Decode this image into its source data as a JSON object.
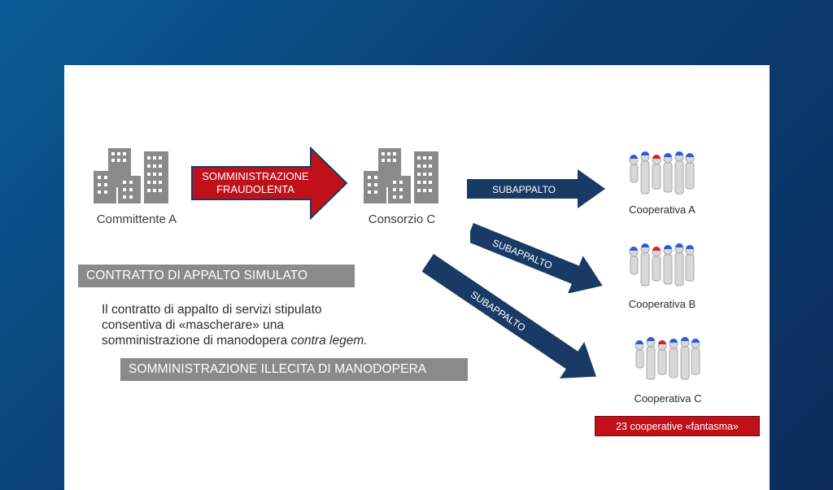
{
  "nodes": {
    "committente": "Committente A",
    "consorzio": "Consorzio C",
    "coop_a": "Cooperativa A",
    "coop_b": "Cooperativa B",
    "coop_c": "Cooperativa C"
  },
  "arrows": {
    "main": [
      "SOMMINISTRAZIONE",
      "FRAUDOLENTA"
    ],
    "sub": "SUBAPPALTO"
  },
  "boxes": {
    "contratto": "CONTRATTO DI APPALTO SIMULATO",
    "illecita": "SOMMINISTRAZIONE ILLECITA DI MANODOPERA"
  },
  "description": {
    "line1": "Il contratto di appalto di servizi stipulato",
    "line2": "consentiva di «mascherare» una",
    "line3_plain": "somministrazione di manodopera ",
    "line3_italic": "contra legem."
  },
  "badge": "23 cooperative «fantasma»",
  "colors": {
    "main_arrow": "#c0101a",
    "sub_arrow": "#1a3a66",
    "gray_box": "#8a8a8a",
    "helmet_blue": "#2f5bd8",
    "helmet_red": "#d81e1e"
  }
}
